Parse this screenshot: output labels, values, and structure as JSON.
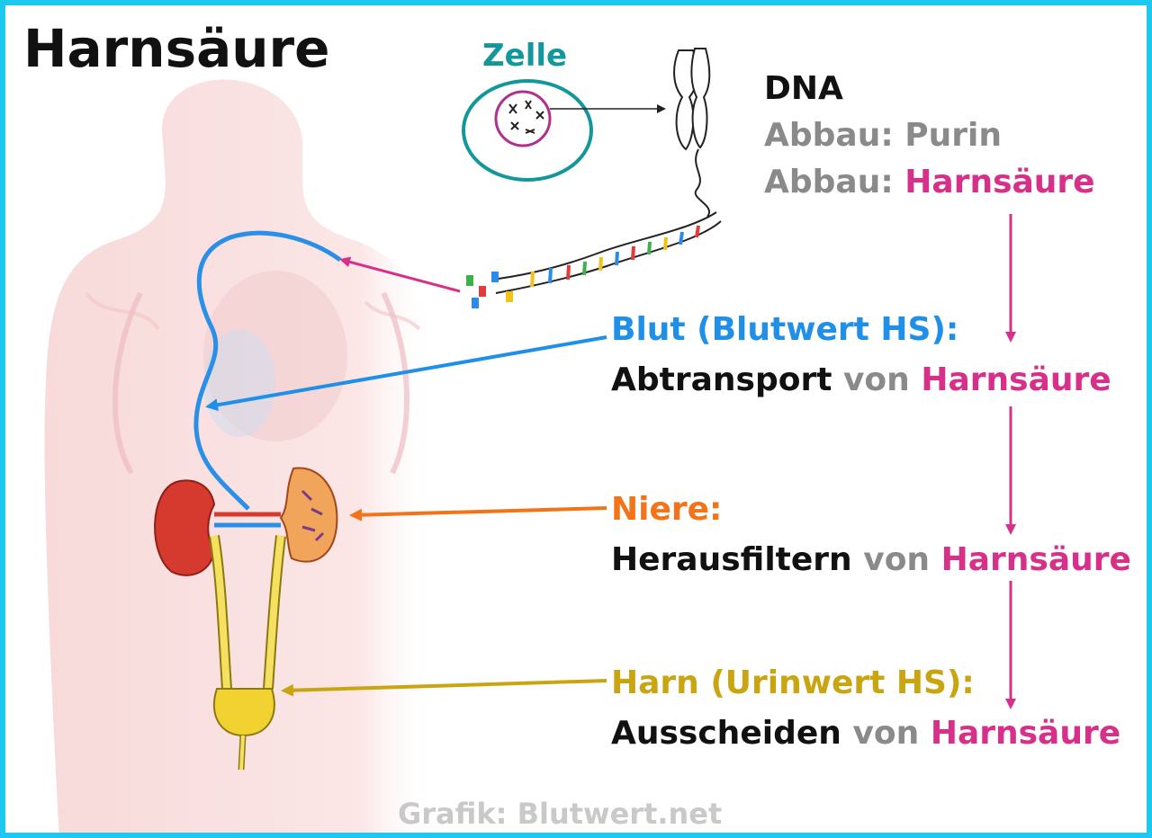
{
  "title": "Harnsäure",
  "cell_label": "Zelle",
  "dna": {
    "label": "DNA",
    "step1_prefix": "Abbau:",
    "step1_value": "Purin",
    "step2_prefix": "Abbau:",
    "step2_value": "Harnsäure"
  },
  "stages": [
    {
      "heading": "Blut (Blutwert HS):",
      "action": "Abtransport",
      "connector": "von",
      "substance": "Harnsäure"
    },
    {
      "heading": "Niere:",
      "action": "Herausfiltern",
      "connector": "von",
      "substance": "Harnsäure"
    },
    {
      "heading": "Harn (Urinwert HS):",
      "action": "Ausscheiden",
      "connector": "von",
      "substance": "Harnsäure"
    }
  ],
  "credit": "Grafik: Blutwert.net",
  "colors": {
    "frame": "#1fc8f0",
    "blood": "#1f8fe8",
    "kidney": "#f27318",
    "urine": "#c9a512",
    "uric_acid": "#d6308a",
    "cell": "#13979b",
    "muted": "#8a8a8a"
  }
}
